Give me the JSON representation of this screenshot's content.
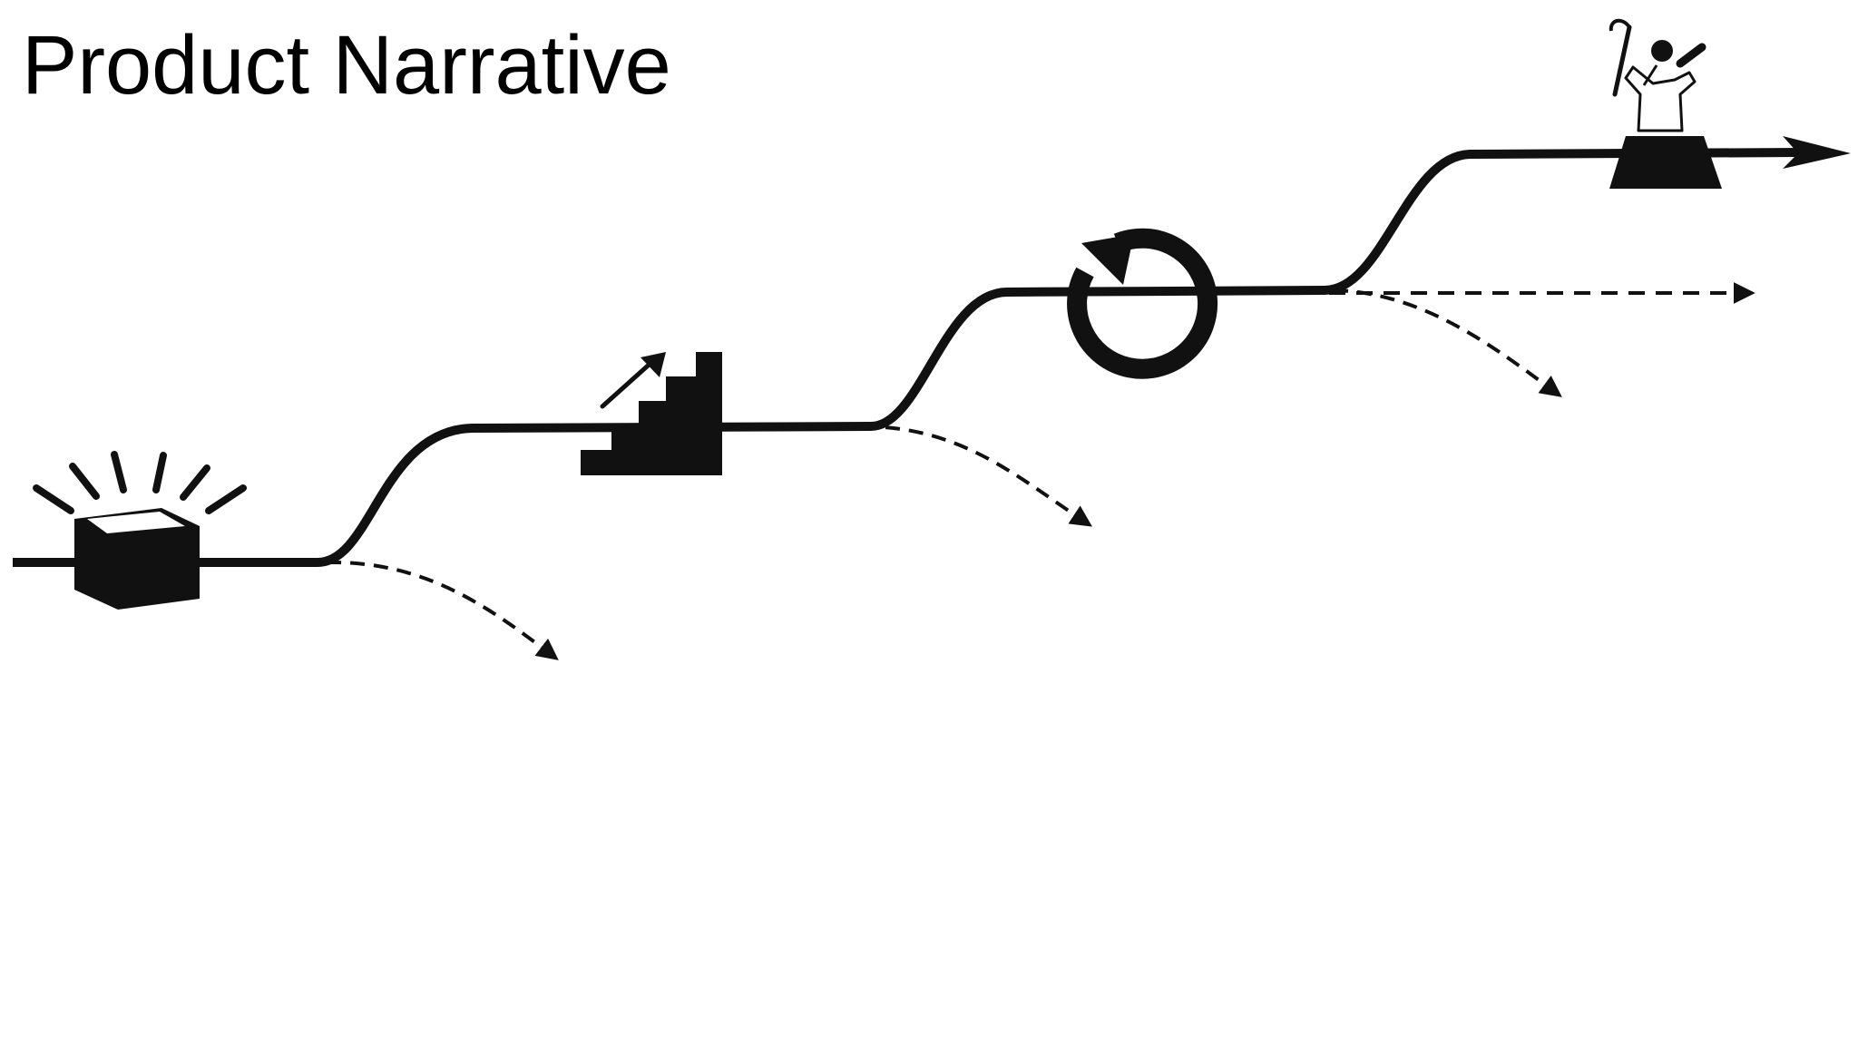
{
  "slide": {
    "title": "Product Narrative"
  },
  "colors": {
    "ink": "#111111",
    "background": "#ffffff"
  },
  "diagram": {
    "type": "stepped-growth-path",
    "stages": [
      {
        "icon": "open-box-icon",
        "branch": "dashed-drop-off"
      },
      {
        "icon": "stairs-arrow-icon",
        "branch": "dashed-drop-off"
      },
      {
        "icon": "refresh-cycle-icon",
        "branch": "dashed-drop-off-and-flat-continuation"
      },
      {
        "icon": "summit-figure-icon",
        "branch": "none"
      }
    ]
  }
}
